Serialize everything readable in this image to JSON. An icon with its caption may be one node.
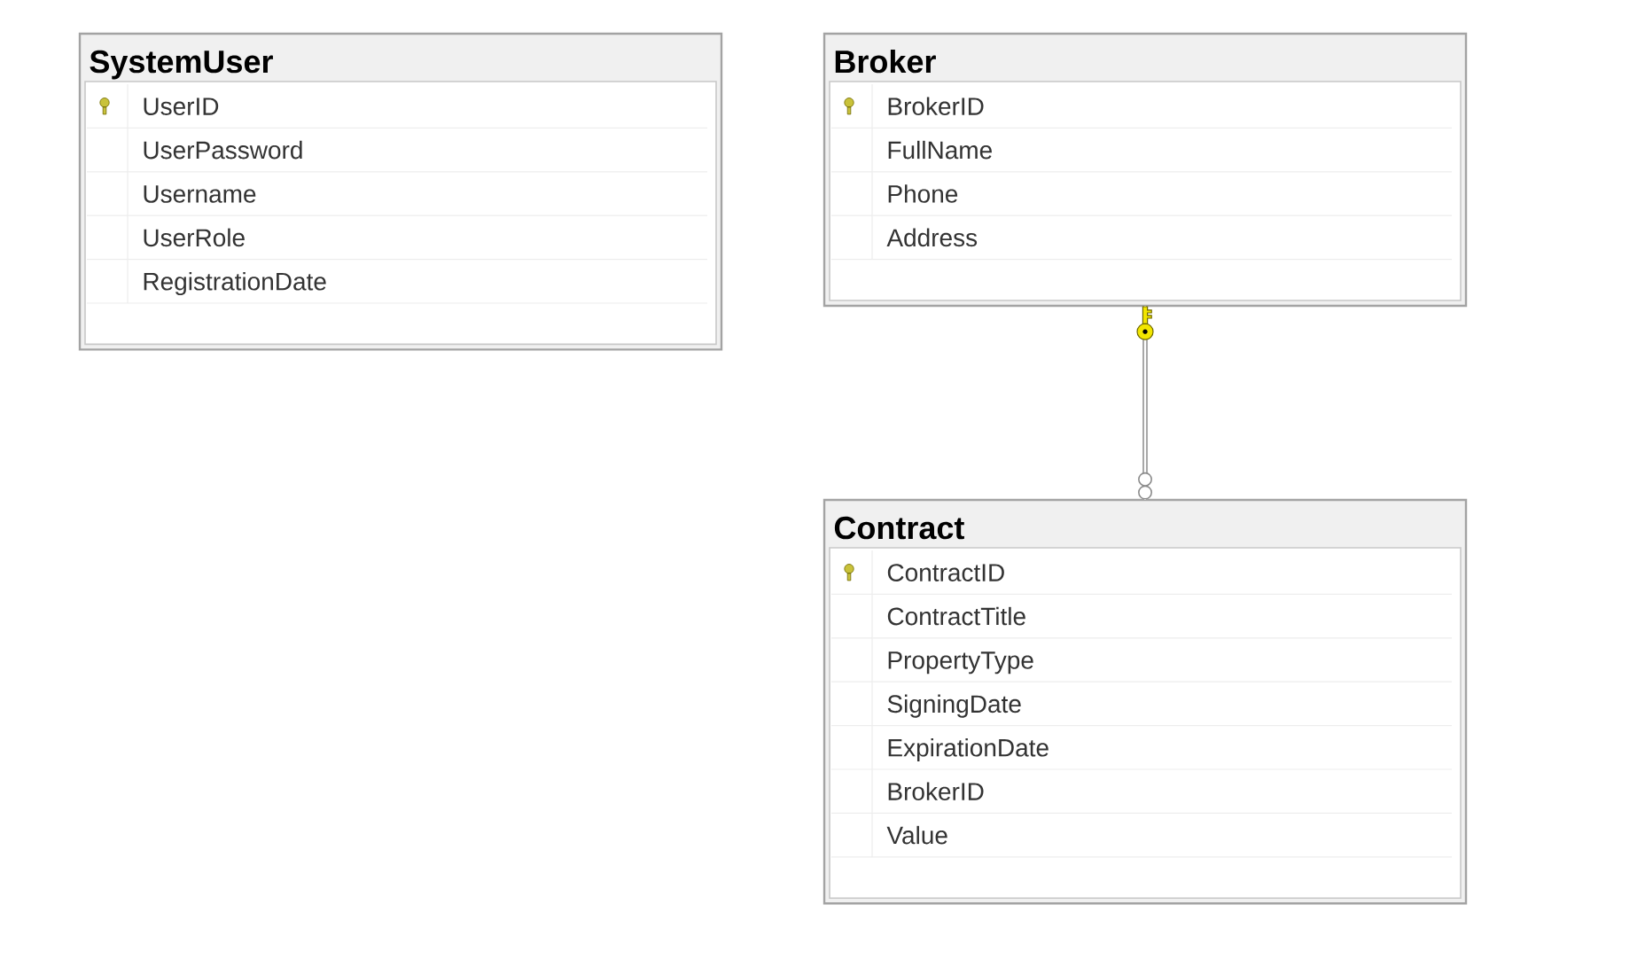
{
  "diagram": {
    "nodes": [
      {
        "text": [
          "SystemUser",
          "UserID",
          "UserPassword",
          "Username",
          "UserRole",
          "RegistrationDate"
        ]
      },
      {
        "text": [
          "Broker",
          "BrokerID",
          "FullName",
          "Phone",
          "Address"
        ]
      },
      {
        "text": [
          "Contract",
          "ContractID",
          "ContractTitle",
          "PropertyType",
          "SigningDate",
          "ExpirationDate",
          "BrokerID",
          "Value"
        ]
      }
    ],
    "edges": [
      {
        "from": 1,
        "to": 2,
        "arrow": "other"
      }
    ]
  }
}
